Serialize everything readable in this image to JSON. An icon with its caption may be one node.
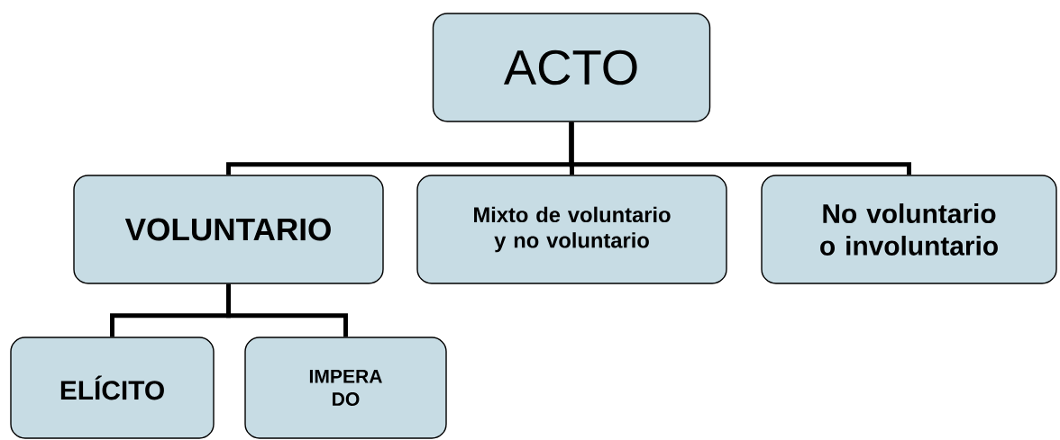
{
  "diagram": {
    "nodes": [
      {
        "text": [
          "ACTO"
        ]
      },
      {
        "text": [
          "VOLUNTARIO"
        ]
      },
      {
        "text": [
          "Mixto de voluntario y no voluntario"
        ]
      },
      {
        "text": [
          "No voluntario o involuntario"
        ]
      },
      {
        "text": [
          "ELÍCITO"
        ]
      },
      {
        "text": [
          "IMPERA DO"
        ]
      }
    ],
    "edges": [
      {
        "from": 0,
        "to": 1,
        "arrow": "none"
      },
      {
        "from": 0,
        "to": 2,
        "arrow": "none"
      },
      {
        "from": 0,
        "to": 3,
        "arrow": "none"
      },
      {
        "from": 1,
        "to": 4,
        "arrow": "none"
      },
      {
        "from": 1,
        "to": 5,
        "arrow": "none"
      }
    ]
  }
}
